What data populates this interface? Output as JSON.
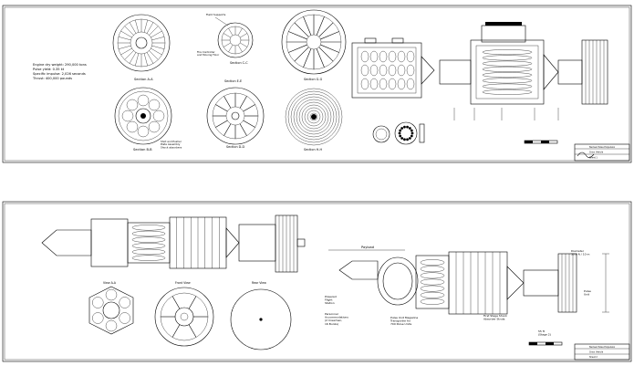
{
  "sheet1": {
    "notes": [
      "Engine dry weight: 290,000 tons",
      "Pulse yield: 0.35 kt",
      "Specific impulse: 2,026 seconds",
      "Thrust: 400,000 pounds"
    ],
    "labels": {
      "section_aa": "Section A-A",
      "section_bb": "Section B-B",
      "section_cc": "Section C-C",
      "section_dd": "Section D-D",
      "section_ee": "Section E-E",
      "section_gg": "Section G-G",
      "section_hh": "Section H-H",
      "field_supports": "Field Supports",
      "fire_controller": "Fire Controller\nand Moving Floor",
      "pusher_plate_note": "Shot and Pusher\nPlate Assembly\nShock absorbers\n(1/3 unit shown)"
    },
    "title_block": [
      "Nuclear Pulse Propulsion",
      "Orion Vehicle",
      "Sheet 1"
    ]
  },
  "sheet2": {
    "labels": {
      "view_aa": "View A-A",
      "front_view": "Front View",
      "rear_view": "Rear View",
      "payload": "Payload",
      "powered_flight": "Powered\nFlight\nStation",
      "personnel": "Personnel\nAccommodations\n(2 Crewmen,\n16 Bunks)",
      "pulse_magazine": "Pulse Unit Magazine\nTransporter for\n700 Pulse Units",
      "first_stage": "First Stage Shock\nAbsorber Struts",
      "diameter": "Diameter\n33.6 ft / 10 m",
      "pulse_unit": "Pulse\nUnit",
      "length": "55 ft\n(Stage 2)"
    },
    "title_block": [
      "Nuclear Pulse Propulsion",
      "Orion Vehicle",
      "Sheet 2"
    ]
  }
}
